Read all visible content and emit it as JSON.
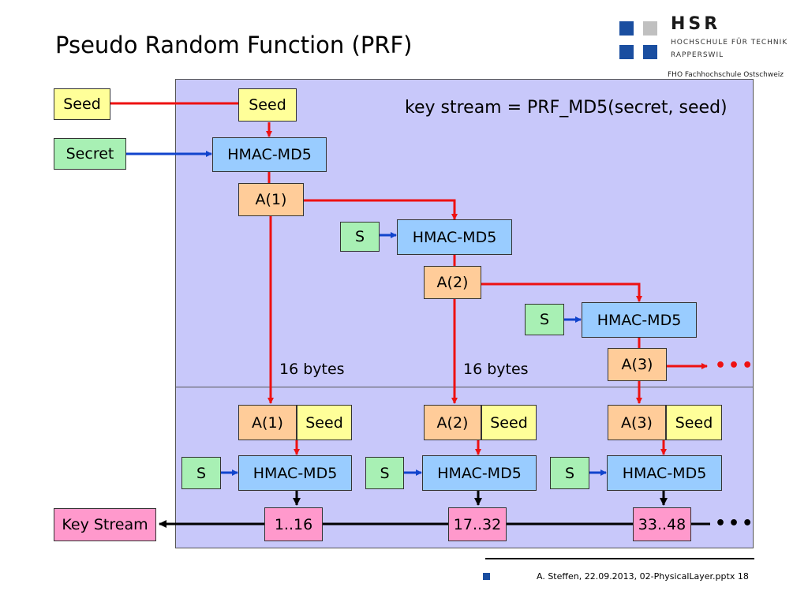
{
  "title": "Pseudo Random Function (PRF)",
  "logo": {
    "name": "HSR",
    "line1": "HOCHSCHULE FÜR TECHNIK",
    "line2": "RAPPERSWIL",
    "sub": "FHO Fachhochschule Ostschweiz"
  },
  "formula": "key stream = PRF_MD5(secret, seed)",
  "inputs": {
    "seed": "Seed",
    "secret": "Secret"
  },
  "labels": {
    "seed": "Seed",
    "hmac": "HMAC-MD5",
    "s": "S",
    "a1": "A(1)",
    "a2": "A(2)",
    "a3": "A(3)",
    "bytes": "16 bytes"
  },
  "output": {
    "key_stream": "Key Stream",
    "r1": "1..16",
    "r2": "17..32",
    "r3": "33..48"
  },
  "ellipsis": "•••",
  "footer": "A. Steffen, 22.09.2013, 02-PhysicalLayer.pptx 18",
  "colors": {
    "red": "#ee1111",
    "blue": "#1144cc",
    "black": "#000000",
    "panel": "#c8c8fa",
    "logo_blue": "#1a4ea0",
    "logo_gray": "#c0c0c0"
  }
}
